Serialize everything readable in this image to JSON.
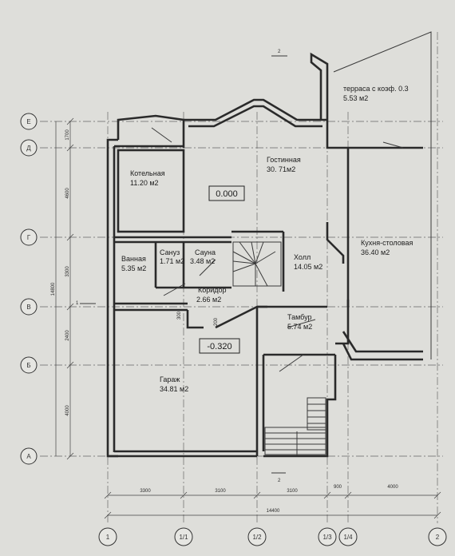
{
  "rooms": [
    {
      "name": "терраса с коэф. 0.3",
      "area": "5.53 м2"
    },
    {
      "name": "Гостинная",
      "area": "30. 71м2"
    },
    {
      "name": "Котельная",
      "area": "11.20 м2"
    },
    {
      "name": "Кухня-столовая",
      "area": "36.40 м2"
    },
    {
      "name": "Холл",
      "area": "14.05 м2"
    },
    {
      "name": "Ванная",
      "area": "5.35 м2"
    },
    {
      "name": "Сануз",
      "area": "1.71 м2"
    },
    {
      "name": "Сауна",
      "area": "3.48 м2"
    },
    {
      "name": "Коридор",
      "area": "2.66 м2"
    },
    {
      "name": "Тамбур",
      "area": "5.74 м2"
    },
    {
      "name": "Гараж",
      "area": "34.81 м2"
    }
  ],
  "levels": [
    "0.000",
    "-0.320"
  ],
  "axes_left": [
    "Е",
    "Д",
    "Г",
    "В",
    "Б",
    "А"
  ],
  "axes_bottom": [
    "1",
    "1/1",
    "1/2",
    "1/3",
    "1/4",
    "2"
  ],
  "dims_left": [
    "1700",
    "4600",
    "3300",
    "2400",
    "4000",
    "14800"
  ],
  "dims_bottom": [
    "3300",
    "3100",
    "3100",
    "900",
    "4000",
    "14400"
  ],
  "small_dims": [
    "300",
    "200"
  ],
  "section_marks": [
    "2",
    "1",
    "2"
  ]
}
